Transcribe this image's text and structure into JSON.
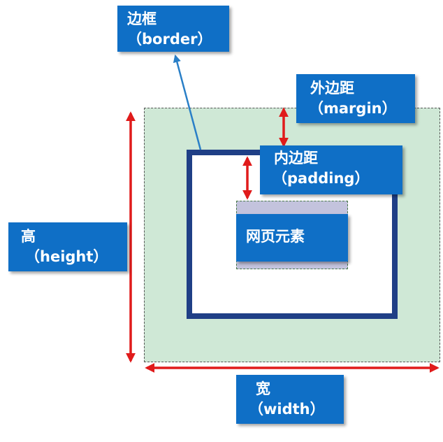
{
  "labels": {
    "border": {
      "line1": "边框",
      "line2": "（border）"
    },
    "margin": {
      "line1": "外边距",
      "line2": "（margin）"
    },
    "padding": {
      "line1": "内边距",
      "line2": "（padding）"
    },
    "content": {
      "line1": "网页元素"
    },
    "height": {
      "line1": "高",
      "line2": "（height）"
    },
    "width": {
      "line1": "宽",
      "line2": "（width）"
    }
  },
  "colors": {
    "label_bg": "#0f6fc6",
    "margin_fill": "#cfe8d6",
    "border_stroke": "#1f3f86",
    "content_fill": "#c3c3dd",
    "dimension_arrow": "#e01b1b",
    "pointer_arrow": "#2a7fc7"
  }
}
